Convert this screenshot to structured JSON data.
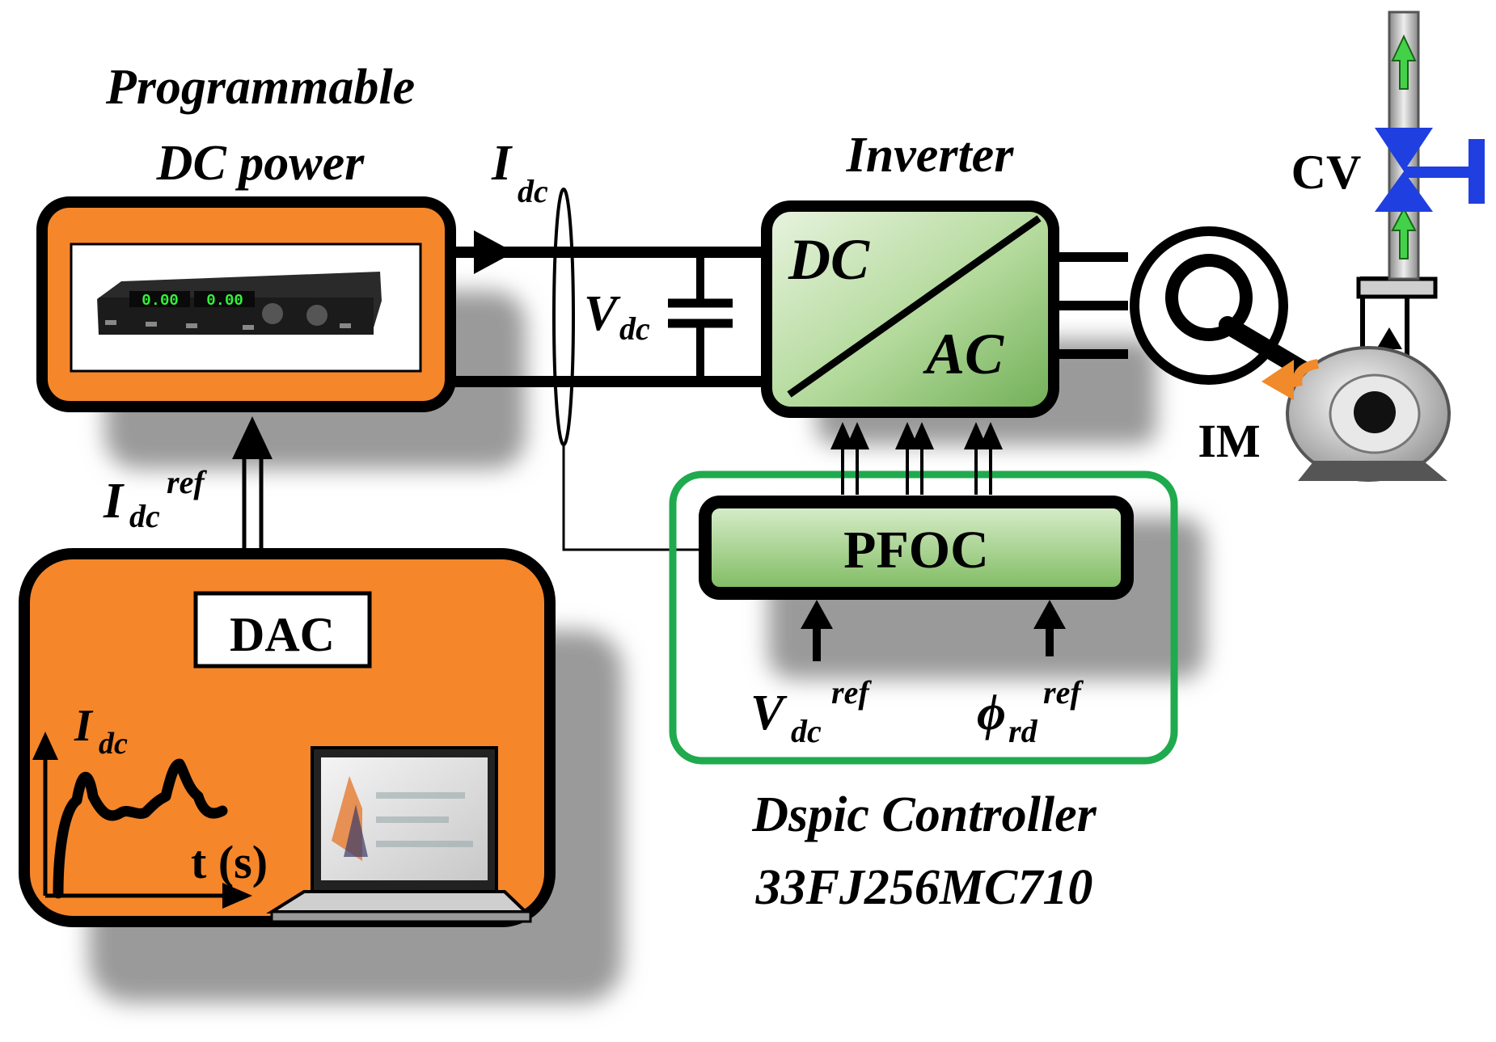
{
  "dc_power": {
    "title_line1": "Programmable",
    "title_line2": "DC power",
    "display_left": "0.00",
    "display_right": "0.00"
  },
  "idc_top": {
    "main": "I",
    "sub": "dc"
  },
  "vdc": {
    "main": "V",
    "sub": "dc"
  },
  "inverter": {
    "title": "Inverter",
    "dc_label": "DC",
    "ac_label": "AC"
  },
  "cv_label": "CV",
  "im_label": "IM",
  "pfoc_label": "PFOC",
  "idc_ref": {
    "main": "I",
    "sub": "dc",
    "sup": "ref"
  },
  "dac": {
    "label": "DAC",
    "plot_y": {
      "main": "I",
      "sub": "dc"
    },
    "plot_x": "t (s)"
  },
  "vdc_ref": {
    "main": "V",
    "sub": "dc",
    "sup": "ref"
  },
  "phi_ref": {
    "main": "ϕ",
    "sub": "rd",
    "sup": "ref"
  },
  "controller": {
    "line1": "Dspic Controller",
    "line2": "33FJ256MC710"
  },
  "colors": {
    "orange": "#f5862a",
    "green_border": "#1faa4e",
    "green_fill": "#9fcc86",
    "valve_blue": "#1f3fe0"
  }
}
